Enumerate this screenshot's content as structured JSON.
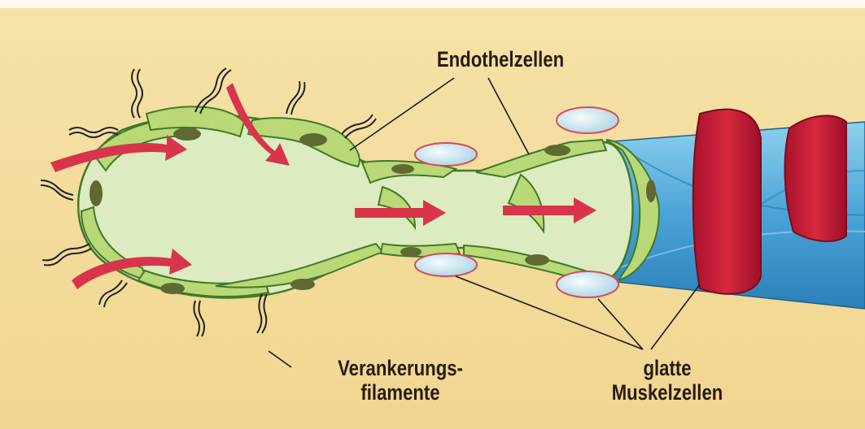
{
  "labels": {
    "endothelial": "Endothelzellen",
    "anchoring_line1": "Verankerungs-",
    "anchoring_line2": "filamente",
    "smooth_muscle_line1": "glatte",
    "smooth_muscle_line2": "Muskelzellen"
  },
  "colors": {
    "background": "#f3dc9c",
    "lumen": "#dcebc0",
    "endothelium": "#b9d878",
    "endothelium_edge": "#3f7a28",
    "nucleus": "#5f6a32",
    "arrow": "#d8344b",
    "vessel_blue": "#55a9d6",
    "muscle_red": "#c8223c",
    "muscle_pale": "#cfe6ee"
  },
  "icons": [
    "flow-arrow",
    "anchoring-filament",
    "endothelial-cell",
    "smooth-muscle-cell"
  ]
}
